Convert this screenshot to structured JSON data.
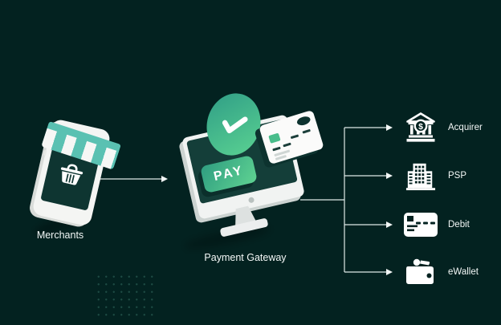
{
  "diagram": {
    "merchants": {
      "label": "Merchants"
    },
    "gateway": {
      "label": "Payment Gateway",
      "pay_button_label": "PAY"
    },
    "bank_symbol": "$",
    "targets": [
      {
        "label": "Acquirer",
        "icon": "bank-icon"
      },
      {
        "label": "PSP",
        "icon": "office-building-icon"
      },
      {
        "label": "Debit",
        "icon": "debit-card-icon"
      },
      {
        "label": "eWallet",
        "icon": "wallet-icon"
      }
    ]
  },
  "colors": {
    "background": "#032220",
    "screen_dark": "#143e39",
    "awning_teal": "#5ac1b2",
    "green_dark": "#2f9d80",
    "green_light": "#5fd392",
    "connector": "#dfe9e7",
    "text": "#f4f8f7"
  }
}
